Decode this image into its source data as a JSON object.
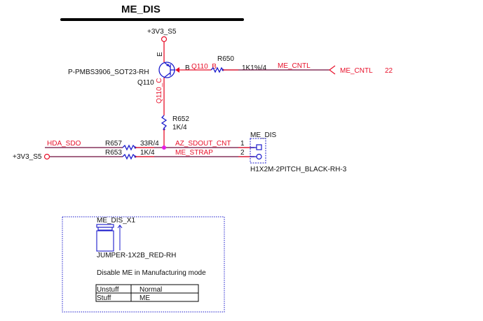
{
  "sheet": {
    "title": "ME_DIS"
  },
  "power": {
    "top_rail": "+3V3_S5",
    "left_rail": "+3V3_S5"
  },
  "transistor": {
    "part": "P-PMBS3906_SOT23-RH",
    "ref": "Q110",
    "pin_e": "E",
    "pin_b": "B",
    "pin_c": "C",
    "net_base": "Q110_B",
    "net_collector": "Q110_C"
  },
  "resistors": {
    "r650": {
      "ref": "R650",
      "value": "1K1%/4"
    },
    "r652": {
      "ref": "R652",
      "value": "1K/4"
    },
    "r657": {
      "ref": "R657",
      "value": "33R/4"
    },
    "r653": {
      "ref": "R653",
      "value": "1K/4"
    }
  },
  "nets": {
    "me_cntl": "ME_CNTL",
    "me_cntl_port": "ME_CNTL",
    "me_cntl_page": "22",
    "hda_sdo": "HDA_SDO",
    "az_sdout_cnt": "AZ_SDOUT_CNT",
    "me_strap": "ME_STRAP"
  },
  "header": {
    "ref": "ME_DIS",
    "part": "H1X2M-2PITCH_BLACK-RH-3",
    "pin1": "1",
    "pin2": "2"
  },
  "note_box": {
    "jumper_ref": "ME_DIS_X1",
    "jumper_part": "JUMPER-1X2B_RED-RH",
    "description": "Disable ME in Manufacturing mode",
    "table": [
      {
        "state": "Unstuff",
        "mode": "Normal"
      },
      {
        "state": "Stuff",
        "mode": "ME"
      }
    ]
  },
  "colors": {
    "net_label": "#e8102a",
    "component": "#1a1acc",
    "wire": "#6e0a3a",
    "junction": "#e61ee6"
  }
}
